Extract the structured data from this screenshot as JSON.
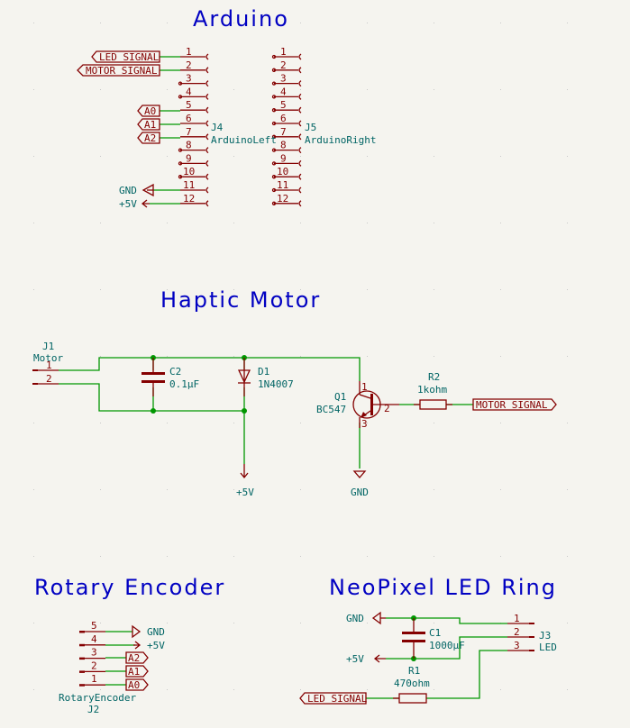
{
  "sections": {
    "arduino": "Arduino",
    "haptic": "Haptic Motor",
    "encoder": "Rotary Encoder",
    "neopixel": "NeoPixel LED Ring"
  },
  "arduino": {
    "j4": {
      "ref": "J4",
      "value": "ArduinoLeft",
      "pins": [
        "1",
        "2",
        "3",
        "4",
        "5",
        "6",
        "7",
        "8",
        "9",
        "10",
        "11",
        "12"
      ]
    },
    "j5": {
      "ref": "J5",
      "value": "ArduinoRight",
      "pins": [
        "1",
        "2",
        "3",
        "4",
        "5",
        "6",
        "7",
        "8",
        "9",
        "10",
        "11",
        "12"
      ]
    },
    "labels": {
      "led_signal": "LED_SIGNAL",
      "motor_signal": "MOTOR_SIGNAL",
      "a0": "A0",
      "a1": "A1",
      "a2": "A2"
    },
    "power": {
      "gnd": "GND",
      "vcc": "+5V"
    }
  },
  "haptic": {
    "j1": {
      "ref": "J1",
      "value": "Motor",
      "pins": [
        "1",
        "2"
      ]
    },
    "c2": {
      "ref": "C2",
      "value": "0.1µF"
    },
    "d1": {
      "ref": "D1",
      "value": "1N4007"
    },
    "q1": {
      "ref": "Q1",
      "value": "BC547",
      "pins": [
        "1",
        "2",
        "3"
      ]
    },
    "r2": {
      "ref": "R2",
      "value": "1kohm"
    },
    "label": "MOTOR_SIGNAL",
    "power": {
      "vcc": "+5V",
      "gnd": "GND"
    }
  },
  "encoder": {
    "j2": {
      "ref": "J2",
      "value": "RotaryEncoder",
      "pins": [
        "5",
        "4",
        "3",
        "2",
        "1"
      ]
    },
    "labels": {
      "a2": "A2",
      "a1": "A1",
      "a0": "A0"
    },
    "power": {
      "gnd": "GND",
      "vcc": "+5V"
    }
  },
  "neopixel": {
    "j3": {
      "ref": "J3",
      "value": "LED",
      "pins": [
        "1",
        "2",
        "3"
      ]
    },
    "c1": {
      "ref": "C1",
      "value": "1000µF"
    },
    "r1": {
      "ref": "R1",
      "value": "470ohm"
    },
    "label": "LED_SIGNAL",
    "power": {
      "gnd": "GND",
      "vcc": "+5V"
    }
  },
  "colors": {
    "wire": "#009600",
    "part": "#840000",
    "ref_text": "#006464",
    "title": "#0000c2",
    "background": "#f5f4ef"
  }
}
